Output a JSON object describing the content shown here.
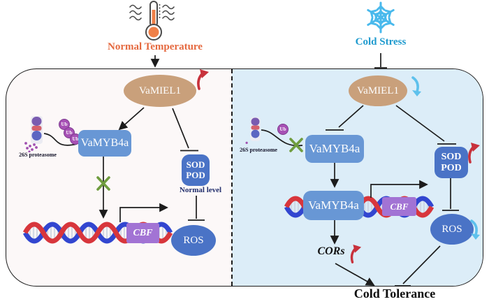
{
  "header": {
    "normal": {
      "label": "Normal Temperature",
      "icon": "thermometer-icon"
    },
    "cold": {
      "label": "Cold Stress",
      "icon": "snowflake-icon"
    }
  },
  "left": {
    "vamiel1": "VaMIEL1",
    "proteasome": "26S proteasome",
    "ub": "Ub",
    "vamyb4a": "VaMYB4a",
    "sod": "SOD",
    "pod": "POD",
    "sod_note": "Normal level",
    "cbf": "CBF",
    "ros": "ROS"
  },
  "right": {
    "vamiel1": "VaMIEL1",
    "proteasome": "26S proteasome",
    "ub": "Ub",
    "vamyb4a_free": "VaMYB4a",
    "vamyb4a_bound": "VaMYB4a",
    "cbf": "CBF",
    "sod": "SOD",
    "pod": "POD",
    "ros": "ROS",
    "cors": "CORs"
  },
  "footer": {
    "cold_tolerance": "Cold Tolerance"
  },
  "colors": {
    "vamiel1_fill": "#c9a07b",
    "vamyb4a_fill": "#6897d5",
    "sod_pod_ros_fill": "#4a73c6",
    "cbf_fill": "#a273d4",
    "ub_fill": "#a751b5",
    "increase_arrow": "#c8323c",
    "decrease_arrow": "#5ec1ec",
    "block_x": "#6f9c3e",
    "normal_temp_text": "#e5693f",
    "cold_stress_text": "#1e9ace",
    "left_panel_bg": "#fcf8f8",
    "right_panel_bg": "#dcedf8",
    "dna_strand_red": "#d8363c",
    "dna_strand_blue": "#3246d0"
  }
}
